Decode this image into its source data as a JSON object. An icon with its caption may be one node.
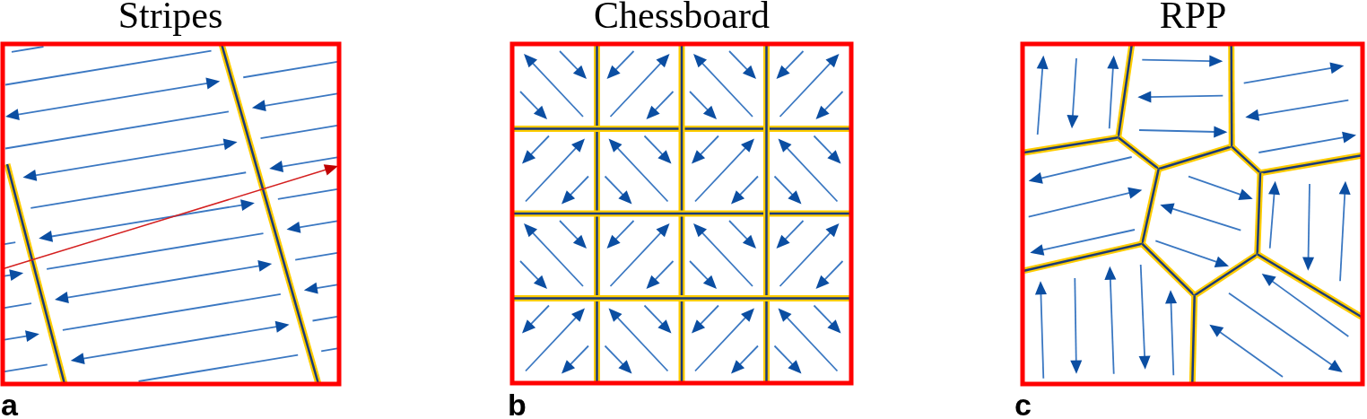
{
  "diagram": {
    "labels": [
      "Stripes",
      "Chessboard",
      "RPP",
      "a",
      "b",
      "c"
    ]
  }
}
